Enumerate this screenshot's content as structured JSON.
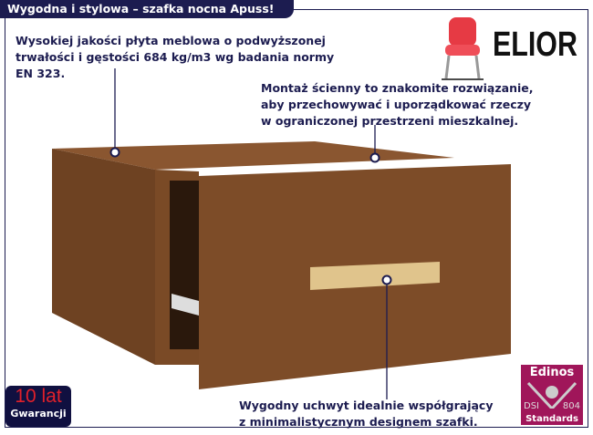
{
  "title": "Wygodna i stylowa – szafka nocna Apuss!",
  "callouts": {
    "material": [
      "Wysokiej jakości płyta meblowa o podwyższonej",
      "trwałości i gęstości 684 kg/m3 wg badania normy",
      "EN 323."
    ],
    "mounting": [
      "Montaż ścienny to znakomite rozwiązanie,",
      "aby przechowywać i uporządkować rzeczy",
      "w ograniczonej przestrzeni mieszkalnej."
    ],
    "handle": [
      "Wygodny uchwyt idealnie współgrający",
      "z minimalistycznym designem szafki."
    ]
  },
  "brand": {
    "name": "ELIOR",
    "icon": "chair-icon"
  },
  "warranty": {
    "years": "10 lat",
    "label": "Gwarancji"
  },
  "certificate": {
    "name": "Edinos",
    "left": "DSI",
    "right": "804",
    "bottom": "Standards"
  },
  "colors": {
    "navy": "#1c1c50",
    "wood": "#7a4a26",
    "red": "#e0202a",
    "magenta": "#a0165a"
  }
}
